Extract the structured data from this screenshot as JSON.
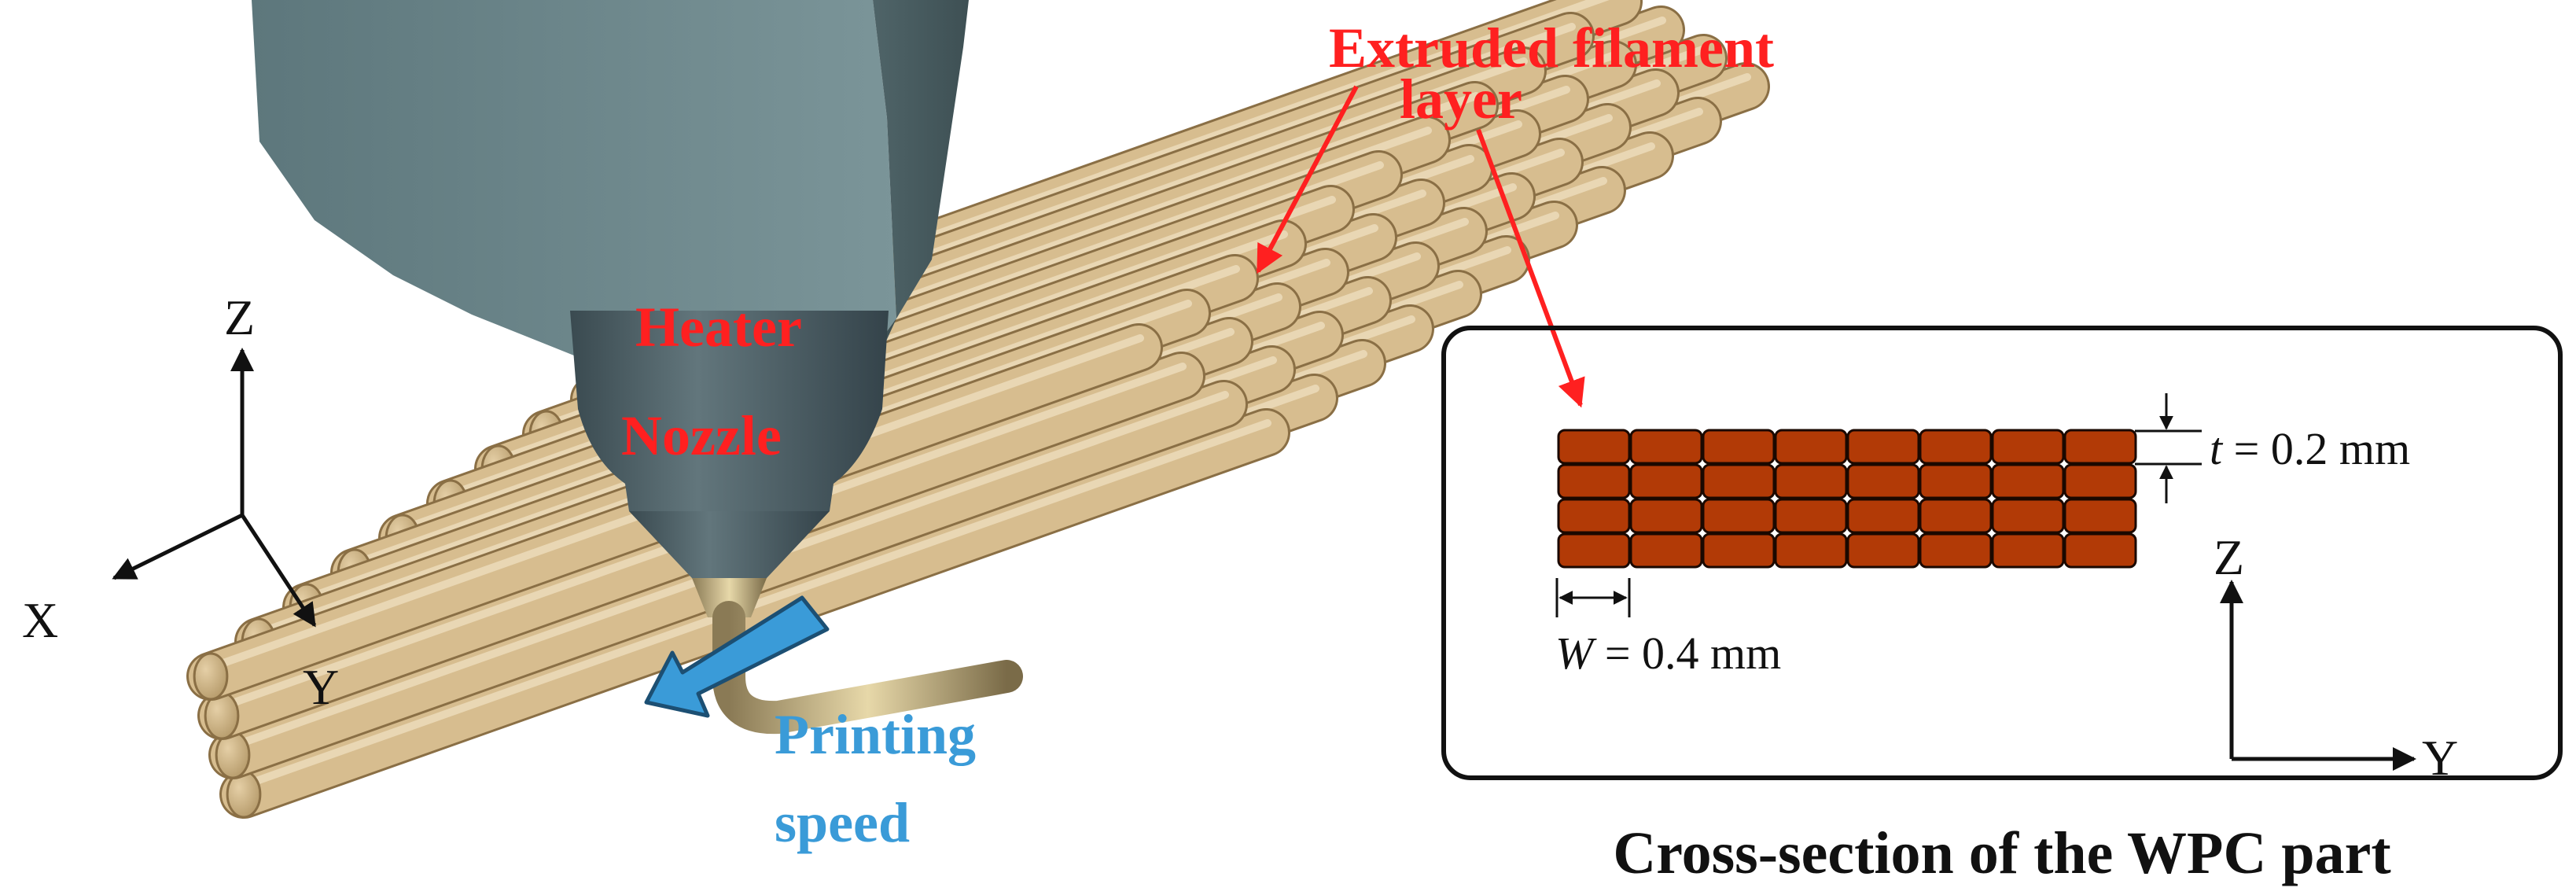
{
  "labels": {
    "extruded_line1": "Extruded filament",
    "extruded_line2": "layer",
    "heater": "Heater",
    "nozzle": "Nozzle",
    "printing_line1": "Printing",
    "printing_line2": "speed",
    "axis_z": "Z",
    "axis_x": "X",
    "axis_y": "Y",
    "cs_z": "Z",
    "cs_y": "Y",
    "t_var": "t",
    "t_value": " = 0.2 mm",
    "w_var": "W",
    "w_value": " = 0.4 mm",
    "caption": "Cross-section of the WPC part"
  },
  "cross_section": {
    "rows": 4,
    "columns": 8
  },
  "colors": {
    "annotation_red": "#ff2020",
    "speed_blue": "#3a9bd8",
    "filament_tan": "#d7bd8f",
    "brick_fill": "#b23a06",
    "nozzle_body": "#4d5e64",
    "print_head": "#6b8488"
  },
  "icons": {
    "printing_speed": "left-arrow-icon"
  }
}
